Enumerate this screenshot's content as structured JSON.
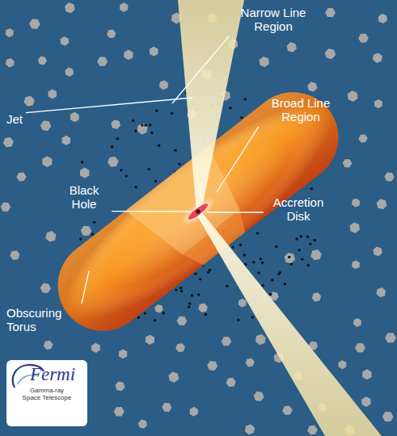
{
  "diagram": {
    "nodes": [
      {
        "text": [
          "Fermi",
          "Gamma-ray Space Telescope"
        ]
      }
    ],
    "labels": [
      "Narrow Line Region",
      "Broad Line Region",
      "Jet",
      "Black Hole",
      "Accretion Disk",
      "Obscuring Torus"
    ]
  }
}
